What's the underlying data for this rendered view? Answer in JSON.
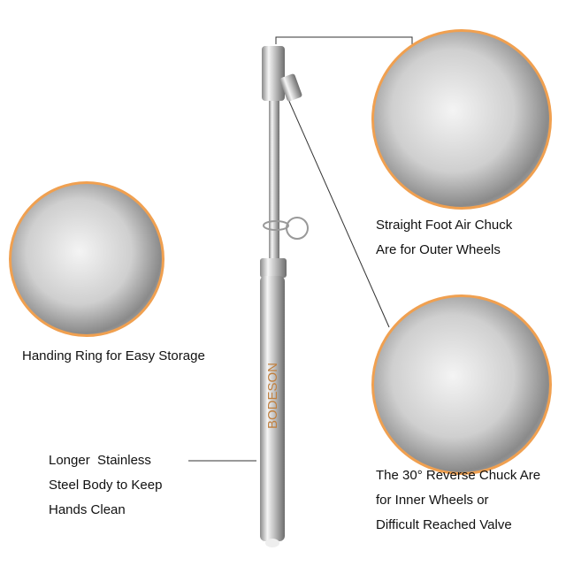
{
  "product": {
    "brand_logo": "BODESON",
    "accent_color": "#f0a050",
    "metal_color": "#c8c8c8"
  },
  "callouts": {
    "straight_chuck": [
      "Straight Foot Air Chuck",
      "Are for Outer Wheels"
    ],
    "ring": [
      "Handing Ring for Easy Storage"
    ],
    "body": [
      "Longer  Stainless",
      "Steel Body to Keep",
      "Hands Clean"
    ],
    "reverse_chuck": [
      "The 30° Reverse Chuck Are",
      "for Inner Wheels or",
      "Difficult Reached Valve"
    ]
  }
}
